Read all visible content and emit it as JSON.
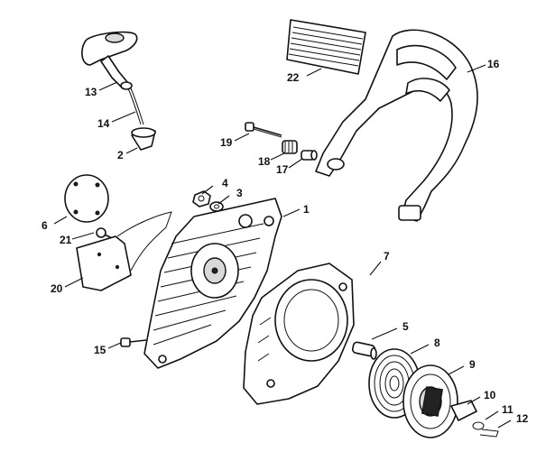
{
  "diagram": {
    "callouts": [
      {
        "id": "c1",
        "label": "1"
      },
      {
        "id": "c2",
        "label": "2"
      },
      {
        "id": "c3",
        "label": "3"
      },
      {
        "id": "c4",
        "label": "4"
      },
      {
        "id": "c5",
        "label": "5"
      },
      {
        "id": "c6",
        "label": "6"
      },
      {
        "id": "c7",
        "label": "7"
      },
      {
        "id": "c8",
        "label": "8"
      },
      {
        "id": "c9",
        "label": "9"
      },
      {
        "id": "c10",
        "label": "10"
      },
      {
        "id": "c11",
        "label": "11"
      },
      {
        "id": "c12",
        "label": "12"
      },
      {
        "id": "c13",
        "label": "13"
      },
      {
        "id": "c14",
        "label": "14"
      },
      {
        "id": "c15",
        "label": "15"
      },
      {
        "id": "c16",
        "label": "16"
      },
      {
        "id": "c17",
        "label": "17"
      },
      {
        "id": "c18",
        "label": "18"
      },
      {
        "id": "c19",
        "label": "19"
      },
      {
        "id": "c20",
        "label": "20"
      },
      {
        "id": "c21",
        "label": "21"
      },
      {
        "id": "c22",
        "label": "22"
      }
    ]
  }
}
